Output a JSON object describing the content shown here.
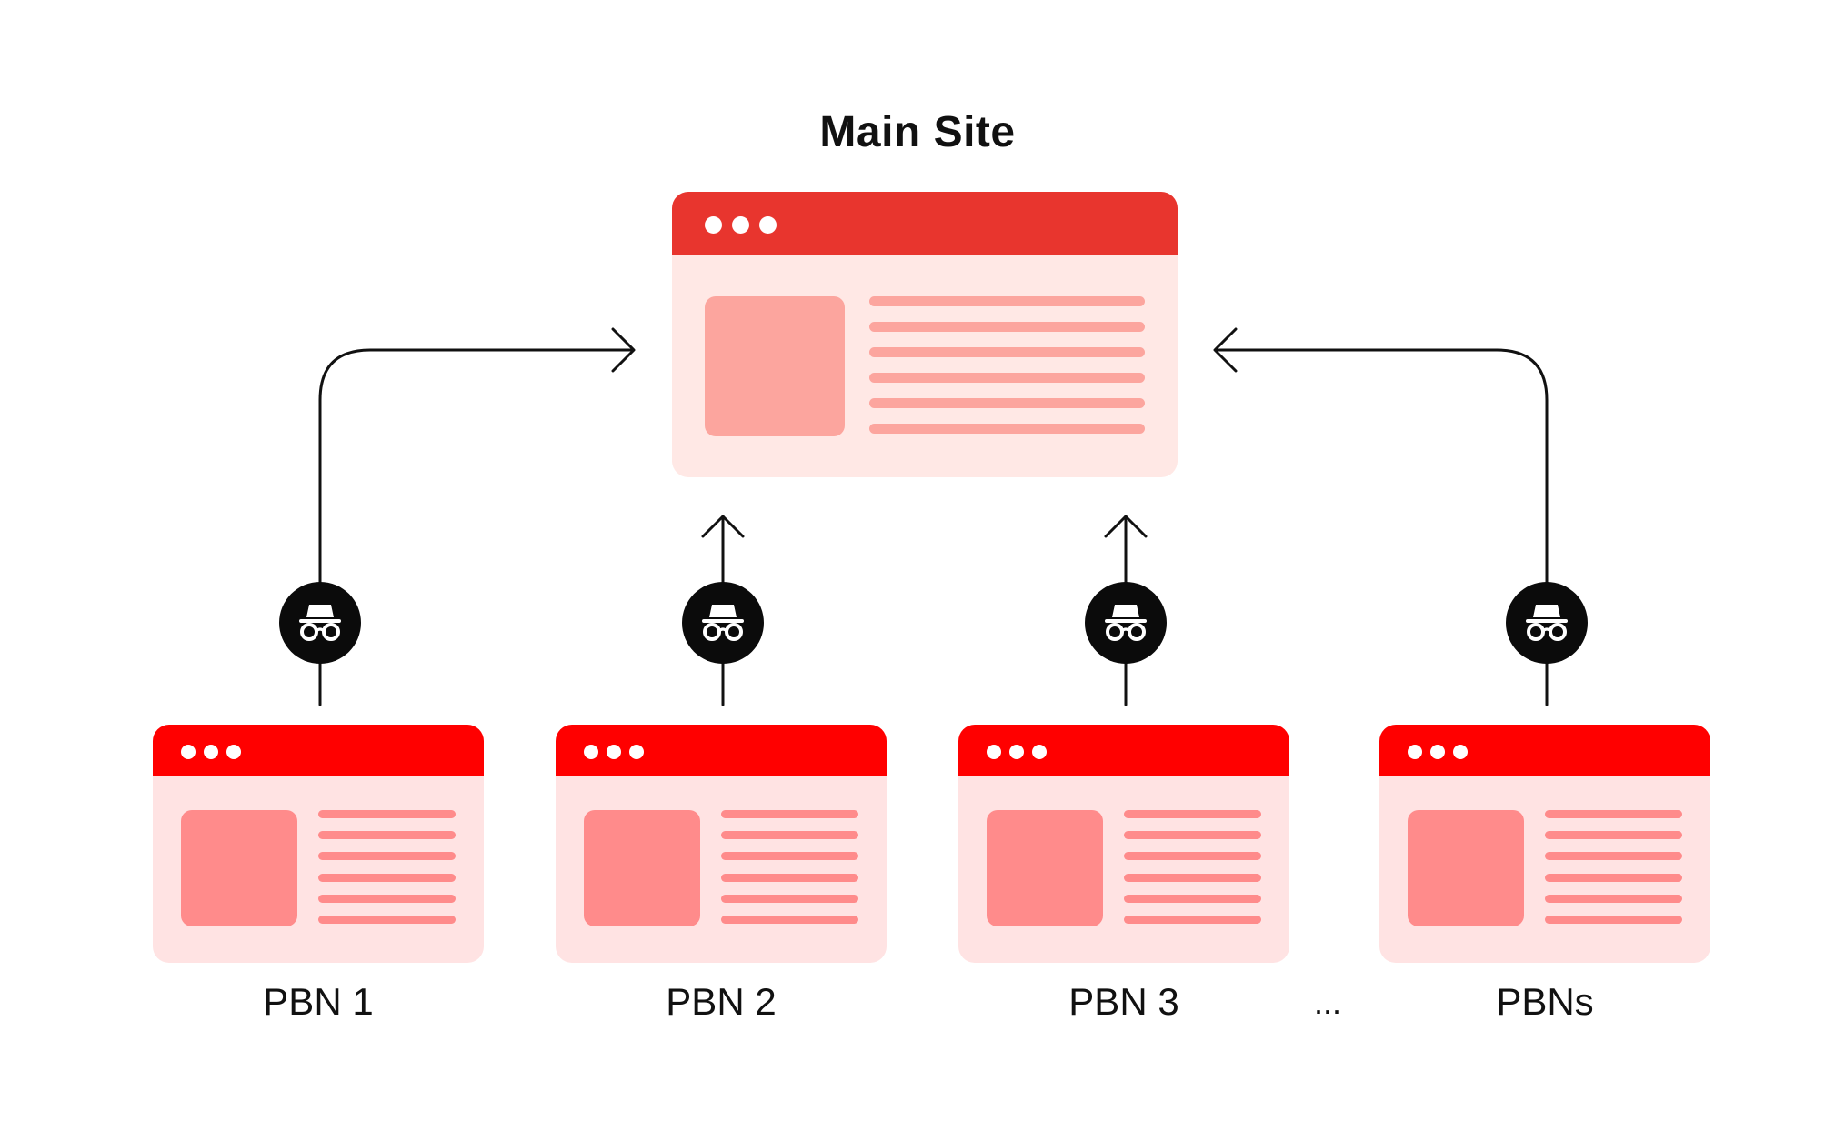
{
  "title": "Main Site",
  "colors": {
    "main_bar": "#e8352e",
    "main_body": "#ffe8e5",
    "main_image": "#fca59e",
    "main_lines": "#fca59e",
    "pbn_bar": "#ff0000",
    "pbn_body": "#ffe3e3",
    "pbn_image": "#ff8b8b",
    "pbn_lines": "#ff8b8b",
    "badge": "#0b0b0b",
    "arrow": "#111111"
  },
  "badge_icon": "incognito-spy-icon",
  "pbns": [
    {
      "label": "PBN 1"
    },
    {
      "label": "PBN 2"
    },
    {
      "label": "PBN 3"
    },
    {
      "label": "PBNs"
    }
  ],
  "ellipsis": "..."
}
